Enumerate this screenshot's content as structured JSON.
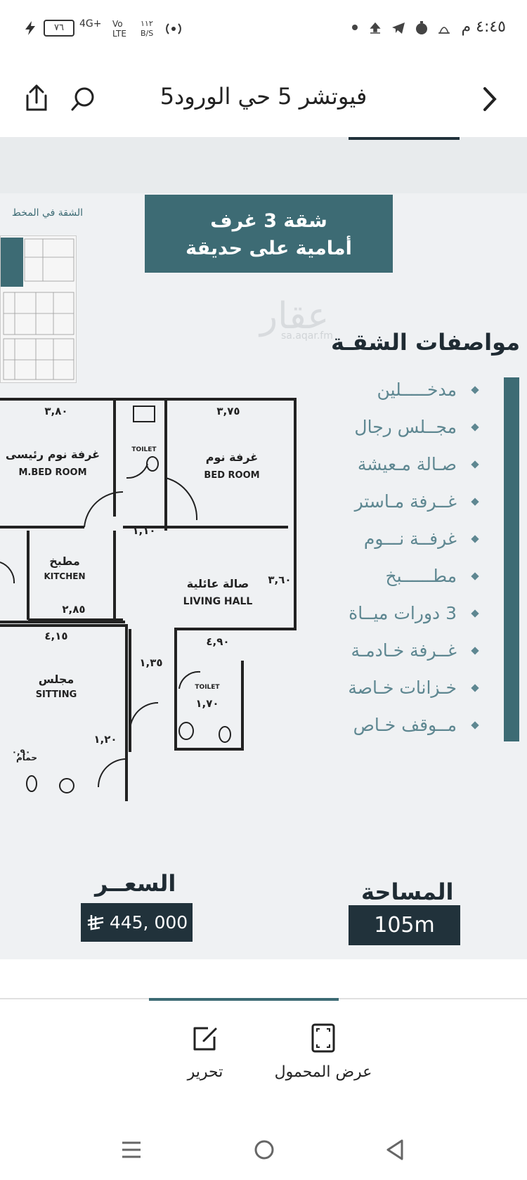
{
  "status_bar": {
    "time": "٤:٤٥ م",
    "network": "4G+",
    "volte": "Vo LTE",
    "speed": "١١٢ B/S",
    "battery": "٧٦"
  },
  "header": {
    "title": "فيوتشر 5 حي الورود5",
    "icons": [
      "chevron-right-icon",
      "search-icon",
      "share-icon"
    ]
  },
  "banner": {
    "line1": "شقة 3 غرف",
    "line2": "أمامية على حديقة"
  },
  "watermark": {
    "name": "عقار",
    "domain": "sa.aqar.fm"
  },
  "plan_label": "الشقة في المخط",
  "specs": {
    "title": "مواصفات الشقـة",
    "items": [
      "مدخـــــلين",
      "مجــلس رجال",
      "صـالة مـعيشة",
      "غــرفة مـاستر",
      "غرفــة نـــوم",
      "مطــــــبخ",
      "3 دورات ميــاة",
      "غــرفة خـادمـة",
      "خـزانات خـاصة",
      "مــوقف خـاص"
    ]
  },
  "floor_plan": {
    "rooms": {
      "master_ar": "غرفة نوم رئيسى",
      "master_en": "M.BED ROOM",
      "bed_ar": "غرفة نوم",
      "bed_en": "BED ROOM",
      "kitchen_ar": "مطبخ",
      "kitchen_en": "KITCHEN",
      "living_ar": "صالة عائلية",
      "living_en": "LIVING HALL",
      "sitting_ar": "مجلس",
      "sitting_en": "SITTING",
      "toilet_en": "TOILET",
      "bath_ar": "حمام"
    },
    "dims": [
      "٣,٨٠",
      "٣,٧٥",
      "١,١٠",
      "٢,٨٥",
      "٤,١٥",
      "٤,٩٠",
      "١,٣٥",
      "١,٧٠",
      "١,٢٠",
      "٠,٩٠",
      "٣,٦٠"
    ]
  },
  "price": {
    "label": "السعــر",
    "value": "445, 000"
  },
  "area": {
    "label": "المساحة",
    "value": "105m"
  },
  "actions": {
    "fullscreen_label": "عرض المحمول",
    "edit_label": "تحرير"
  },
  "nav": [
    "menu-icon",
    "home-circle-icon",
    "back-triangle-icon"
  ]
}
